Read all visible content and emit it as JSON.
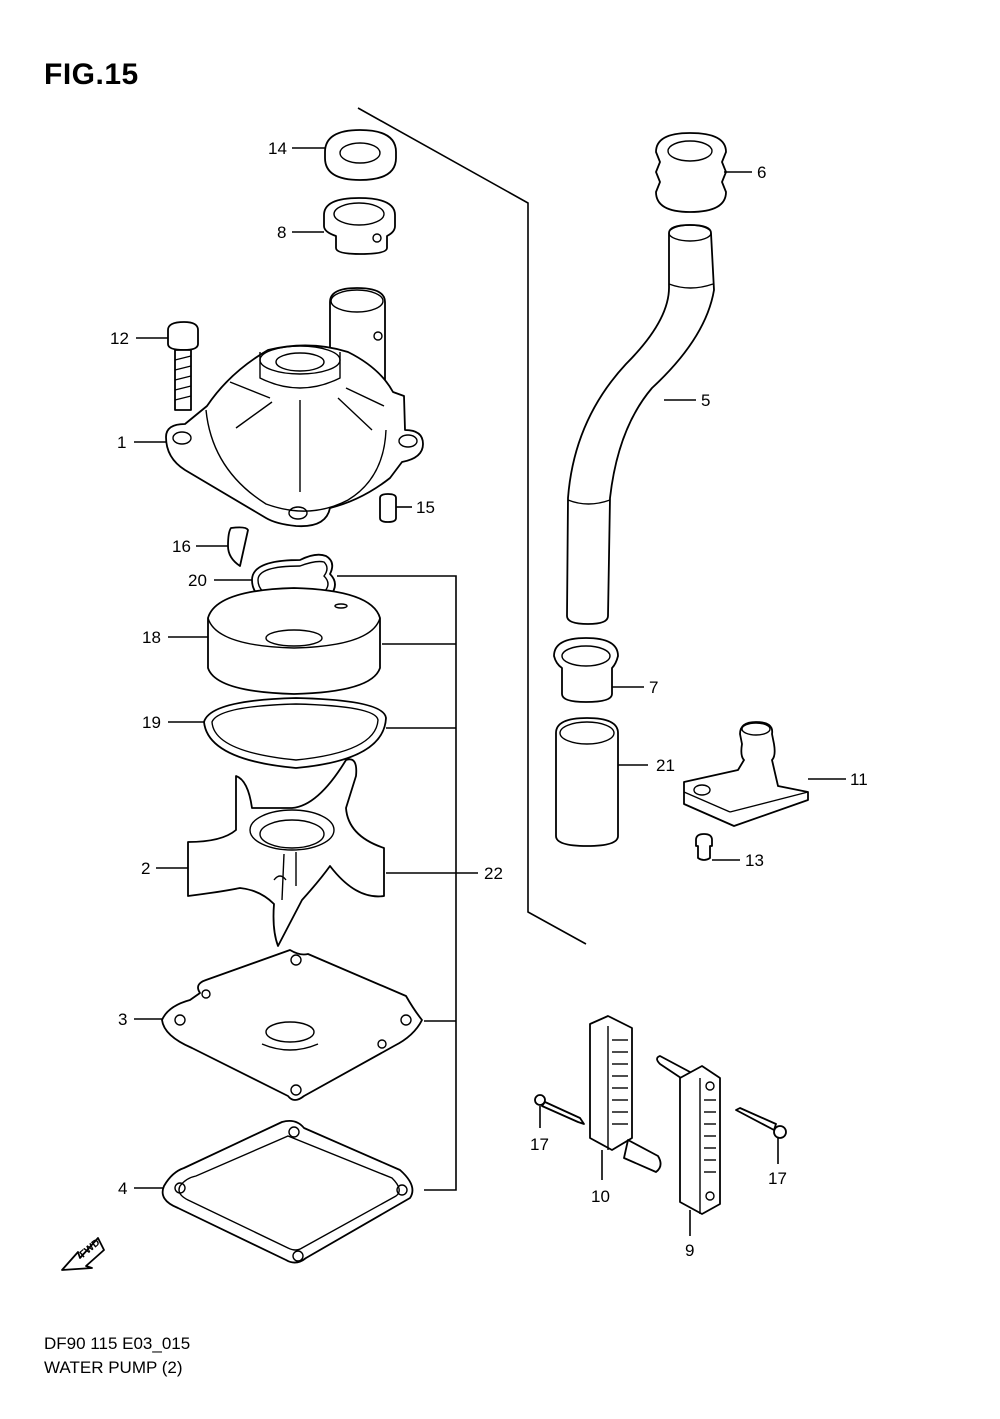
{
  "figure": {
    "title": "FIG.15",
    "code": "DF90 115 E03_015",
    "name": "WATER PUMP (2)",
    "fwd_label": "FWD"
  },
  "callouts": {
    "c1": "1",
    "c2": "2",
    "c3": "3",
    "c4": "4",
    "c5": "5",
    "c6": "6",
    "c7": "7",
    "c8": "8",
    "c9": "9",
    "c10": "10",
    "c11": "11",
    "c12": "12",
    "c13": "13",
    "c14": "14",
    "c15": "15",
    "c16": "16",
    "c17a": "17",
    "c17b": "17",
    "c18": "18",
    "c19": "19",
    "c20": "20",
    "c21": "21",
    "c22": "22"
  }
}
